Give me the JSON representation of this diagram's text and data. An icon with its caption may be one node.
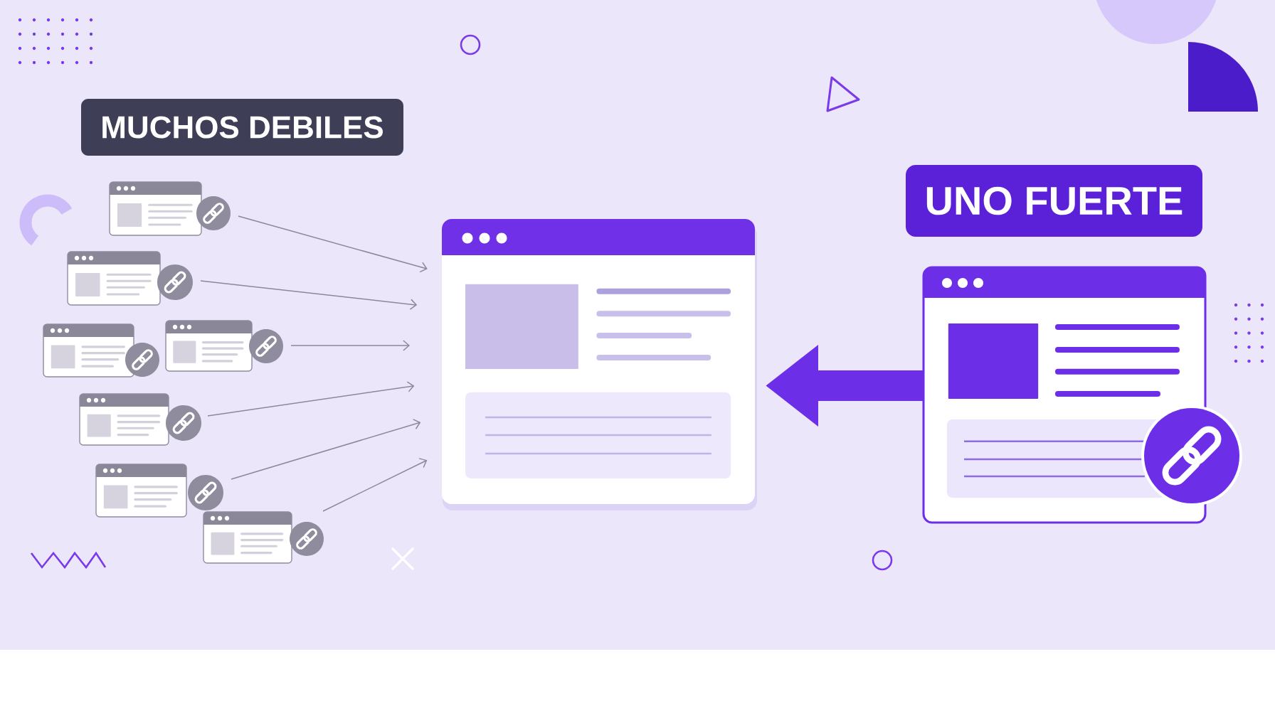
{
  "diagram": {
    "nodes": [
      {
        "text": [
          "MUCHOS DEBILES"
        ]
      },
      {
        "text": [],
        "shape": "picture"
      },
      {
        "text": [],
        "shape": "picture"
      },
      {
        "text": [],
        "shape": "picture"
      },
      {
        "text": [],
        "shape": "picture"
      },
      {
        "text": [],
        "shape": "picture"
      },
      {
        "text": [],
        "shape": "picture"
      },
      {
        "text": [],
        "shape": "picture"
      },
      {
        "text": [],
        "shape": "picture"
      },
      {
        "text": [
          "UNO FUERTE"
        ]
      },
      {
        "text": [],
        "shape": "picture"
      }
    ],
    "edges": [
      {
        "from": 1,
        "to": 8,
        "arrow": "to"
      },
      {
        "from": 2,
        "to": 8,
        "arrow": "to"
      },
      {
        "from": 4,
        "to": 8,
        "arrow": "to"
      },
      {
        "from": 5,
        "to": 8,
        "arrow": "to"
      },
      {
        "from": 6,
        "to": 8,
        "arrow": "to"
      },
      {
        "from": 7,
        "to": 8,
        "arrow": "to"
      },
      {
        "from": 10,
        "to": 8,
        "arrow": "to",
        "style": "thick",
        "color": "#6d2ee8"
      }
    ]
  }
}
